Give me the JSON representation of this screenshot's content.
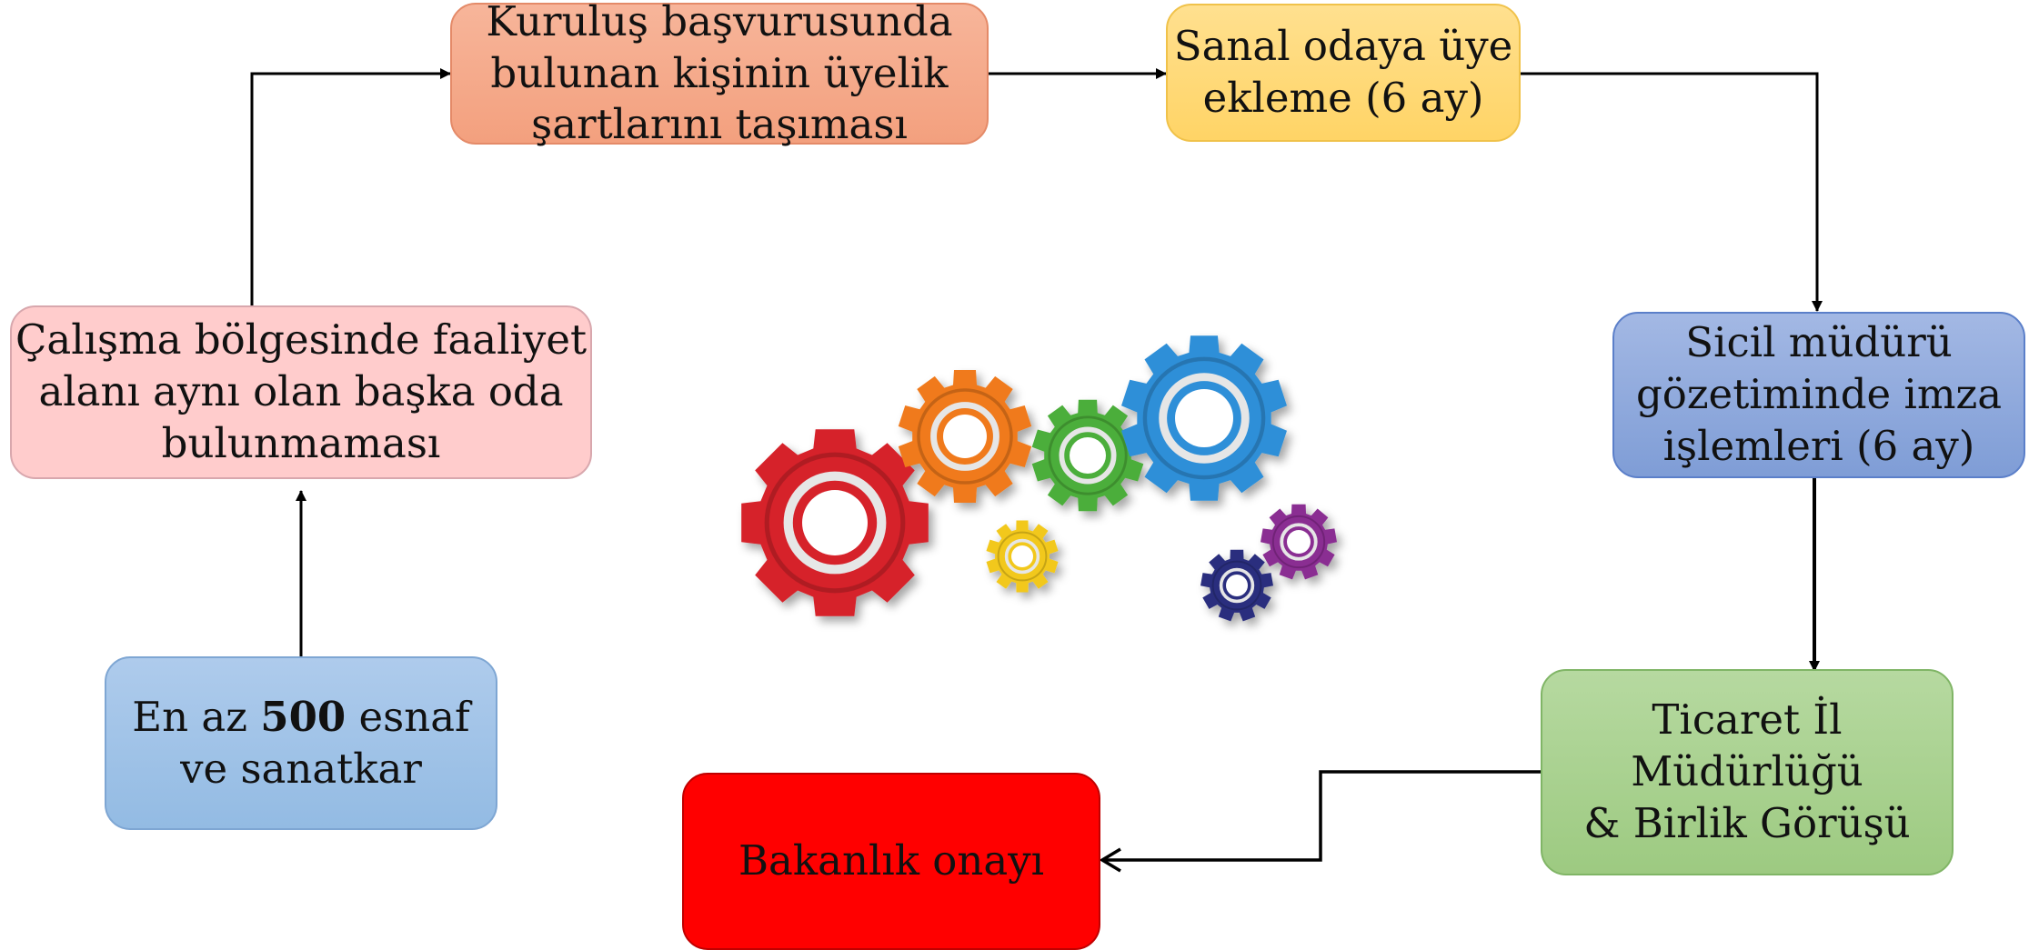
{
  "nodes": {
    "start": {
      "line1_pre": "En az",
      "line1_bold": "500",
      "line1_post": "esnaf",
      "line2": "ve sanatkar"
    },
    "region": {
      "lines": [
        "Çalışma bölgesinde faaliyet",
        "alanı aynı olan başka oda",
        "bulunmaması"
      ]
    },
    "applicant": {
      "lines": [
        "Kuruluş başvurusunda",
        "bulunan kişinin üyelik",
        "şartlarını taşıması"
      ]
    },
    "virtual_room": {
      "lines": [
        "Sanal odaya üye",
        "ekleme (6 ay)"
      ]
    },
    "signature": {
      "lines": [
        "Sicil müdürü",
        "gözetiminde imza",
        "işlemleri (6 ay)"
      ]
    },
    "trade_directorate": {
      "lines": [
        "Ticaret İl",
        "Müdürlüğü",
        "& Birlik Görüşü"
      ]
    },
    "ministry": {
      "label": "Bakanlık onayı"
    }
  },
  "colors": {
    "start": "#9dc3e6",
    "region": "#ffcccc",
    "applicant": "#f4a987",
    "virtual_room": "#ffd97a",
    "signature": "#8faadc",
    "trade_directorate": "#a9d18e",
    "ministry": "#ff0000",
    "arrow": "#000000"
  },
  "illustration": {
    "name": "gears-illustration",
    "gear_colors": [
      "#d6202a",
      "#f07a1a",
      "#f2c81a",
      "#4cae3a",
      "#2f8fd8",
      "#2a2f7e",
      "#8a2d92"
    ]
  }
}
